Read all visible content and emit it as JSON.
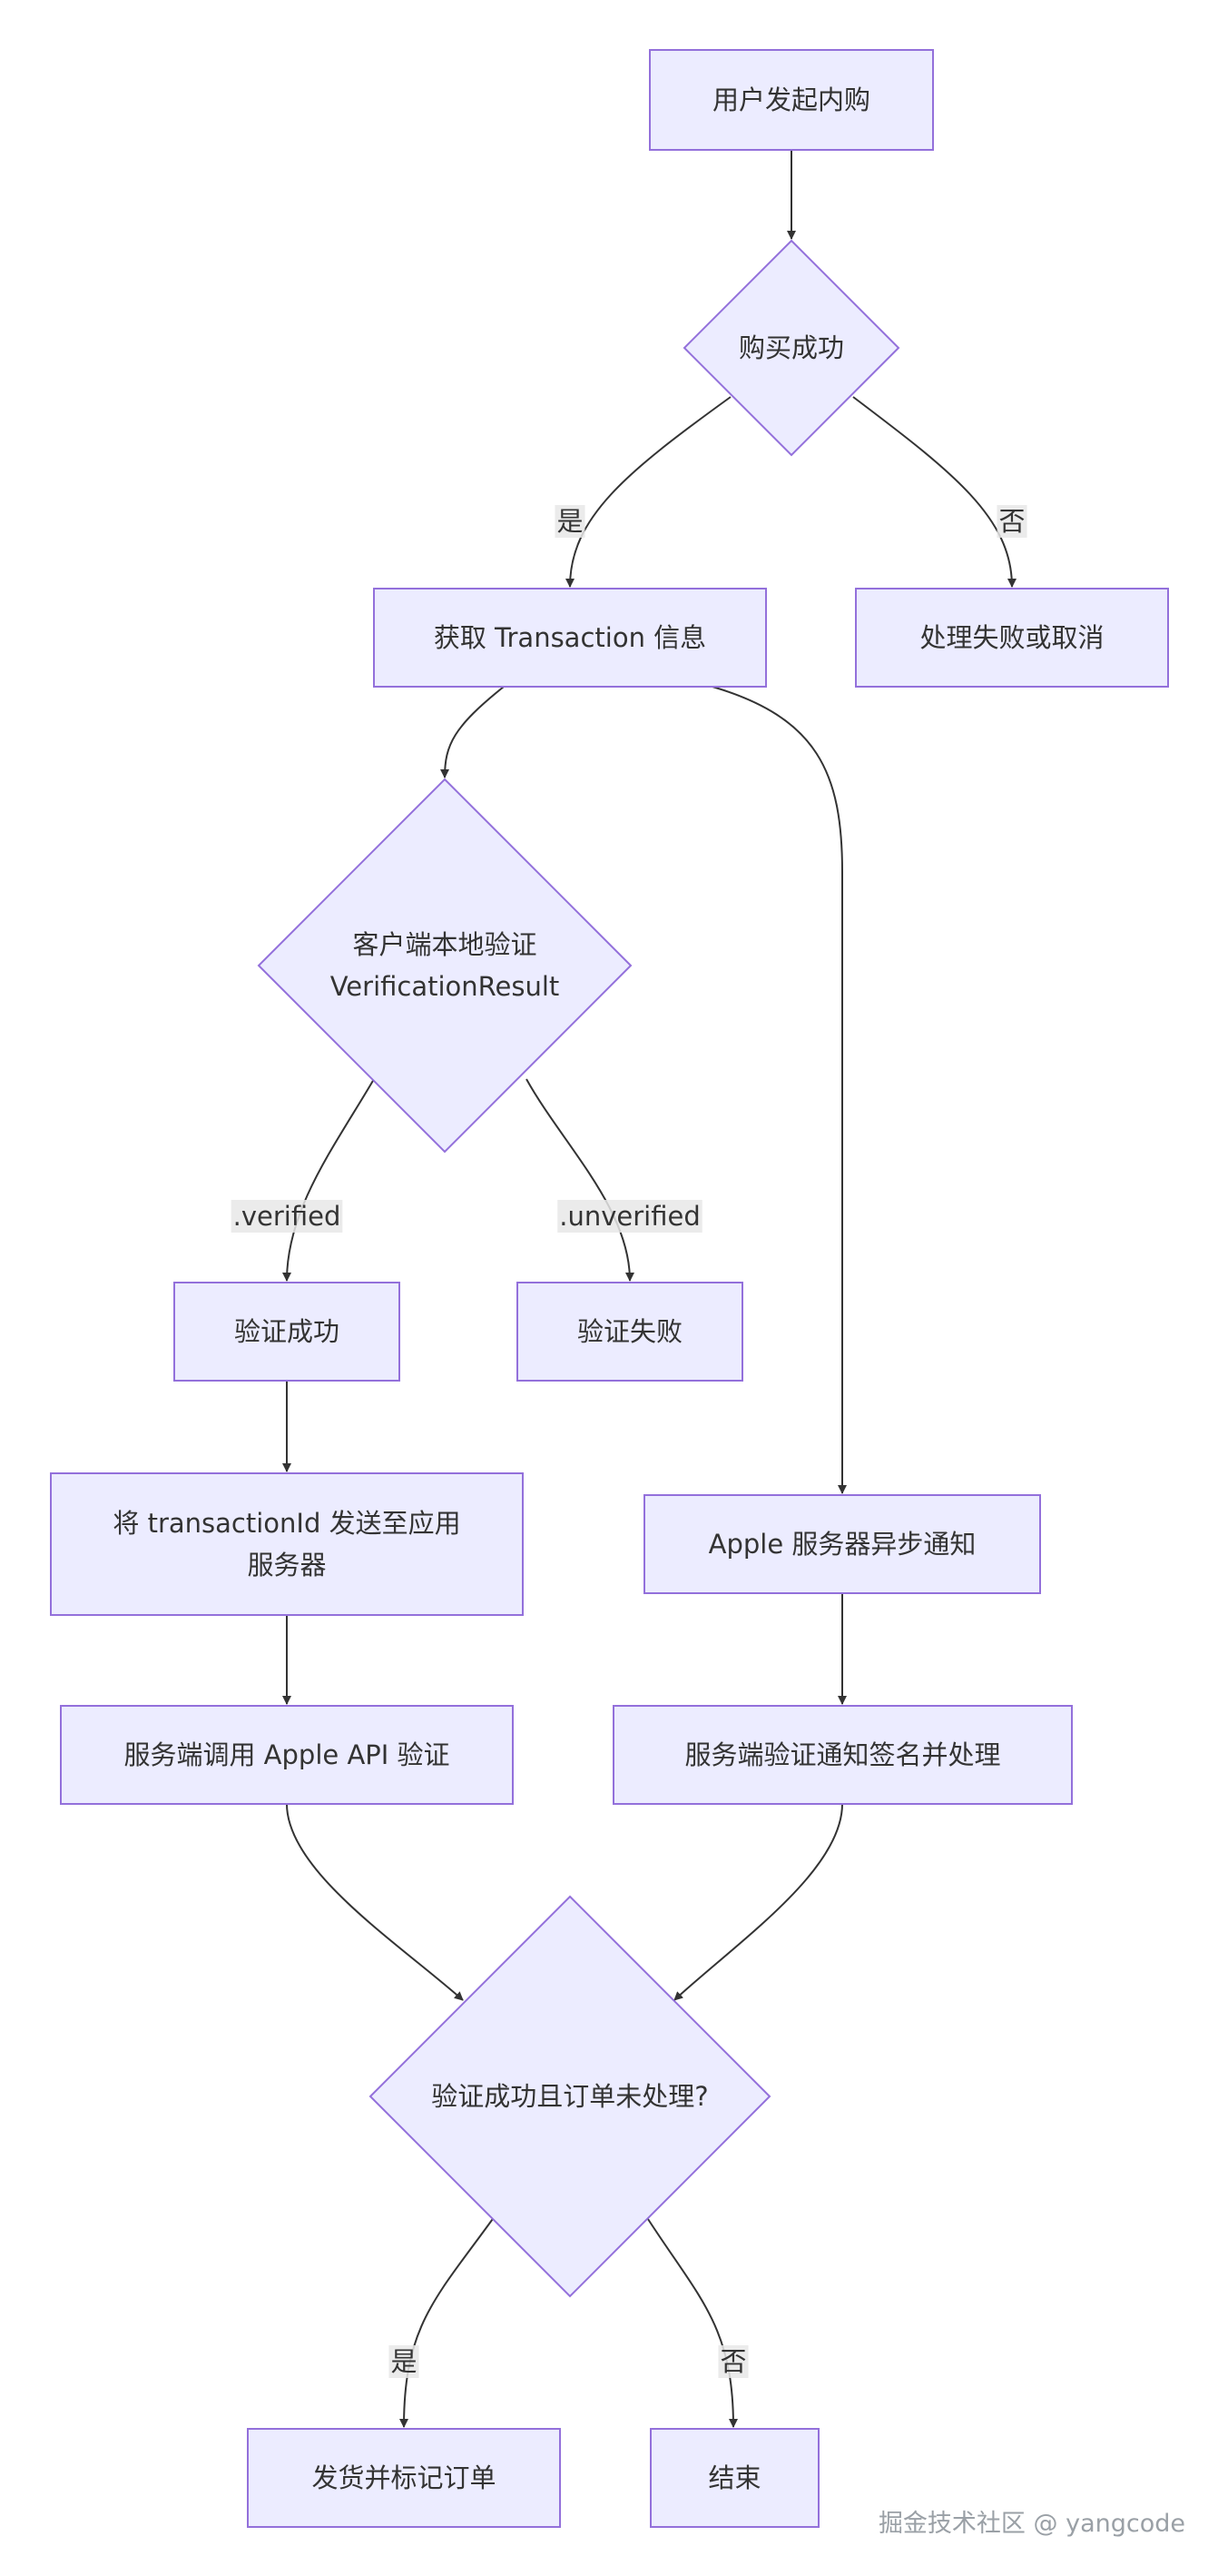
{
  "nodes": {
    "start": [
      "用户发起内购"
    ],
    "purchase_success": [
      "购买成功"
    ],
    "get_transaction": [
      "获取 Transaction 信息"
    ],
    "handle_fail": [
      "处理失败或取消"
    ],
    "client_verify": [
      "客户端本地验证",
      "VerificationResult"
    ],
    "verify_ok": [
      "验证成功"
    ],
    "verify_fail": [
      "验证失败"
    ],
    "send_id": [
      "将 transactionId 发送至应用",
      "服务器"
    ],
    "apple_notify": [
      "Apple 服务器异步通知"
    ],
    "server_call_api": [
      "服务端调用 Apple API 验证"
    ],
    "server_verify_sig": [
      "服务端验证通知签名并处理"
    ],
    "check_order": [
      "验证成功且订单未处理?"
    ],
    "ship": [
      "发货并标记订单"
    ],
    "end": [
      "结束"
    ]
  },
  "edge_labels": {
    "yes_1": "是",
    "no_1": "否",
    "verified": ".verified",
    "unverified": ".unverified",
    "yes_2": "是",
    "no_2": "否"
  },
  "watermark": "掘金技术社区 @ yangcode",
  "colors": {
    "node_fill": "#ECECFF",
    "node_stroke": "#9370DB",
    "edge": "#333333",
    "label_bg": "#E8E8E8",
    "text": "#333333"
  }
}
